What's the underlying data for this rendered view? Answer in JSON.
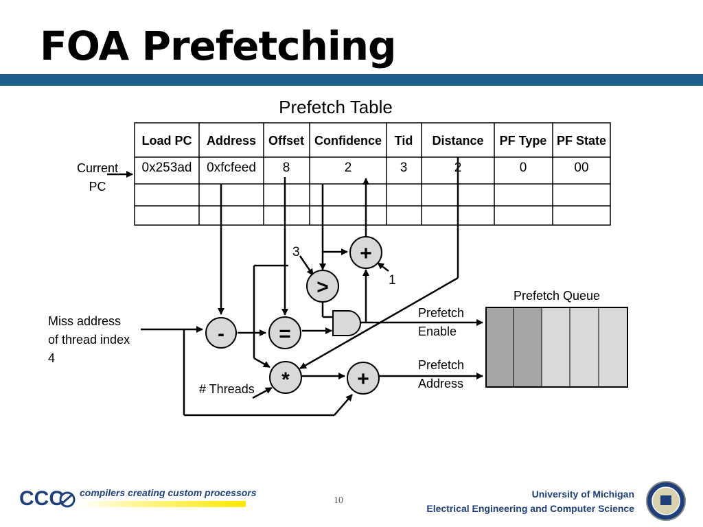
{
  "slide": {
    "title": "FOA Prefetching",
    "page_number": "10"
  },
  "table": {
    "caption": "Prefetch Table",
    "headers": [
      "Load PC",
      "Address",
      "Offset",
      "Confidence",
      "Tid",
      "Distance",
      "PF Type",
      "PF State"
    ],
    "row1": [
      "0x253ad",
      "0xfcfeed",
      "8",
      "2",
      "3",
      "2",
      "0",
      "00"
    ]
  },
  "labels": {
    "current_pc_line1": "Current",
    "current_pc_line2": "PC",
    "miss_line1": "Miss address",
    "miss_line2": "of thread index",
    "miss_line3": "4",
    "threads": "# Threads",
    "const_three": "3",
    "const_one": "1",
    "prefetch_enable_line1": "Prefetch",
    "prefetch_enable_line2": "Enable",
    "prefetch_address_line1": "Prefetch",
    "prefetch_address_line2": "Address",
    "prefetch_queue": "Prefetch Queue"
  },
  "operators": {
    "subtract": "-",
    "equals": "=",
    "greater": ">",
    "plus_top": "+",
    "multiply": "*",
    "plus_bottom": "+"
  },
  "queue": {
    "slot_colors": [
      "#a6a6a6",
      "#a6a6a6",
      "#d9d9d9",
      "#d9d9d9",
      "#d9d9d9"
    ]
  },
  "footer": {
    "logo_text": "CCC",
    "tagline": "compilers creating custom processors",
    "university": "University of Michigan",
    "department": "Electrical Engineering and Computer Science",
    "accent_color": "#1f5f8e",
    "text_color": "#1f3f7a"
  }
}
